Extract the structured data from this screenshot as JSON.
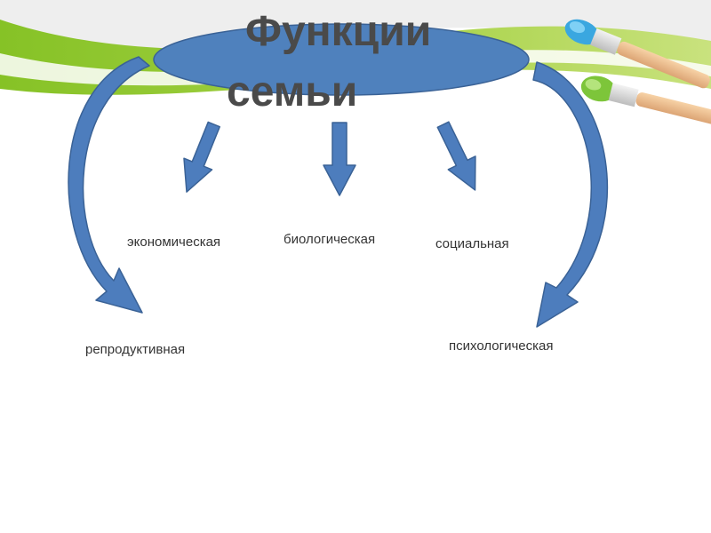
{
  "title": {
    "line1": "Функции",
    "line2": "семьи"
  },
  "functions": {
    "economic": "экономическая",
    "biological": "биологическая",
    "social": "социальная",
    "reproductive": "репродуктивная",
    "psychological": "психологическая"
  },
  "colors": {
    "arrow_fill": "#4d7dbd",
    "arrow_stroke": "#3a6296",
    "ellipse_fill": "#4f81bd",
    "green_swoosh": "#9ccc3c",
    "title_text": "#4a4a4a"
  }
}
